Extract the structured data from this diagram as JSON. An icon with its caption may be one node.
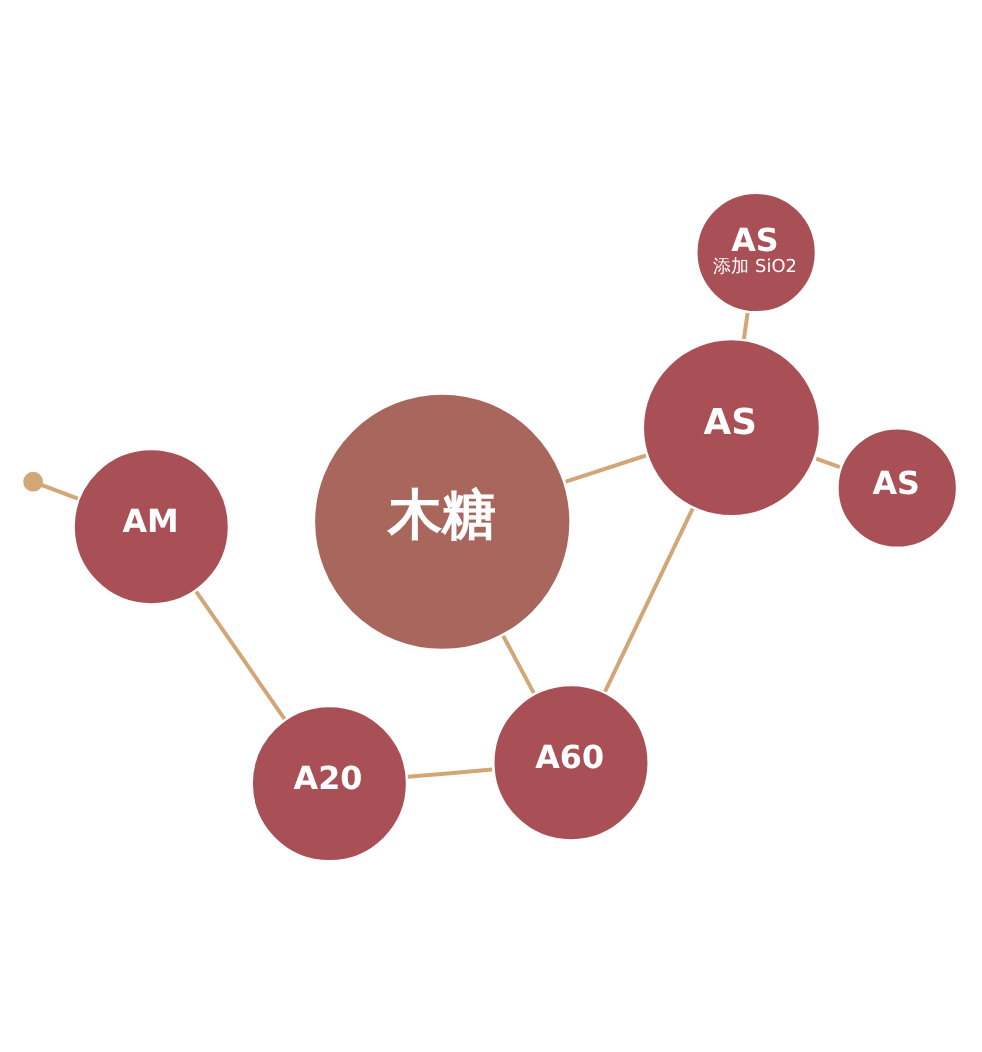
{
  "diagram": {
    "nodes": [
      {
        "text": [
          "AS"
        ]
      },
      {
        "text": [
          "AS"
        ]
      },
      {
        "text": [
          "AS",
          "添加 SiO2"
        ]
      },
      {
        "text": [
          "AM"
        ]
      },
      {
        "text": [
          "木糖"
        ]
      },
      {
        "text": [
          "A60"
        ]
      },
      {
        "text": [
          "A20"
        ]
      }
    ],
    "edges": [
      {
        "from": 4,
        "to": 5,
        "arrow": "none"
      },
      {
        "from": 4,
        "to": 1,
        "arrow": "none"
      },
      {
        "from": null,
        "to": 3,
        "arrow": "other"
      },
      {
        "from": 3,
        "to": 6,
        "arrow": "none"
      },
      {
        "from": 6,
        "to": 5,
        "arrow": "none"
      },
      {
        "from": 5,
        "to": 1,
        "arrow": "none"
      },
      {
        "from": 1,
        "to": 0,
        "arrow": "none"
      },
      {
        "from": 1,
        "to": 2,
        "arrow": "none"
      }
    ]
  }
}
